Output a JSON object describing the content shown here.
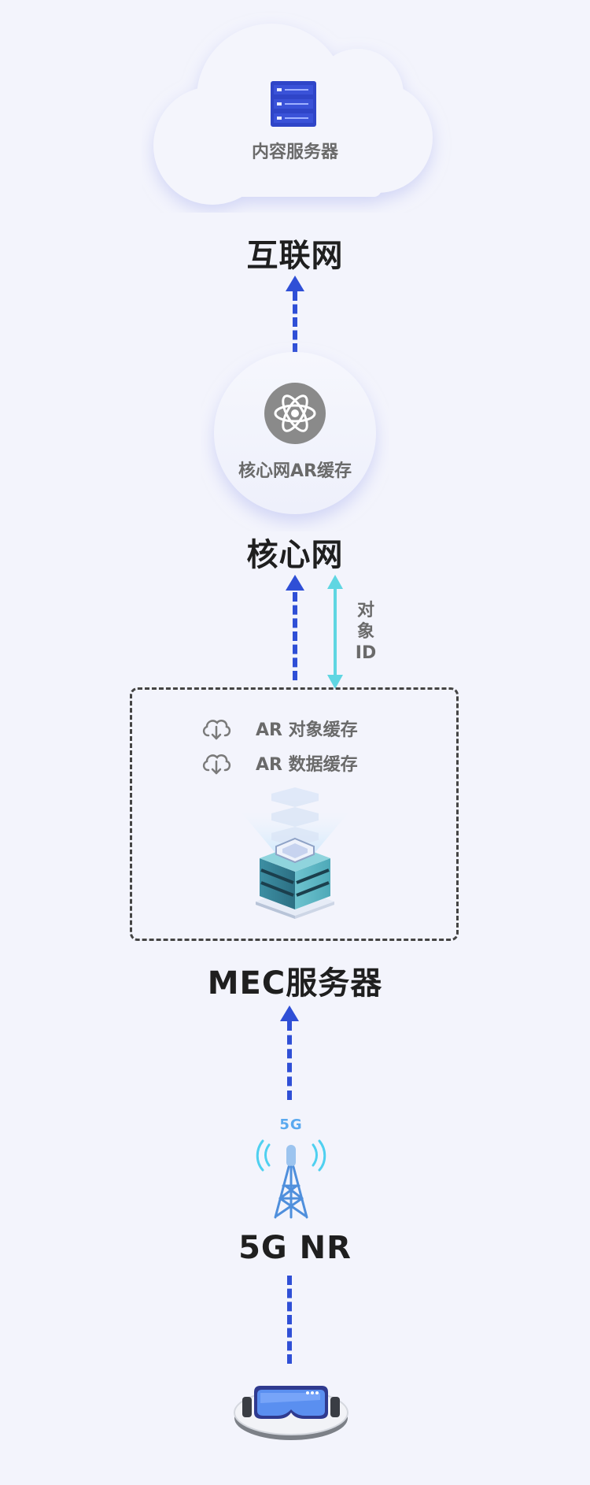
{
  "nodes": {
    "content_server": "内容服务器",
    "internet": "互联网",
    "core_cache": "核心网AR缓存",
    "core_network": "核心网",
    "object_id": [
      "对",
      "象",
      "ID"
    ],
    "ar_object_cache": "AR 对象缓存",
    "ar_data_cache": "AR 数据缓存",
    "mec_server": "MEC服务器",
    "badge_5g": "5G",
    "nr_5g": "5G NR"
  },
  "colors": {
    "background": "#f3f4fc",
    "arrow_blue": "#2f4fd6",
    "arrow_cyan": "#5fd6e2",
    "label_gray": "#6a6a6a"
  },
  "icons": [
    "server-icon",
    "atom-icon",
    "cloud-download-icon",
    "mec-server-icon",
    "tower-5g-icon",
    "vr-headset-icon"
  ]
}
